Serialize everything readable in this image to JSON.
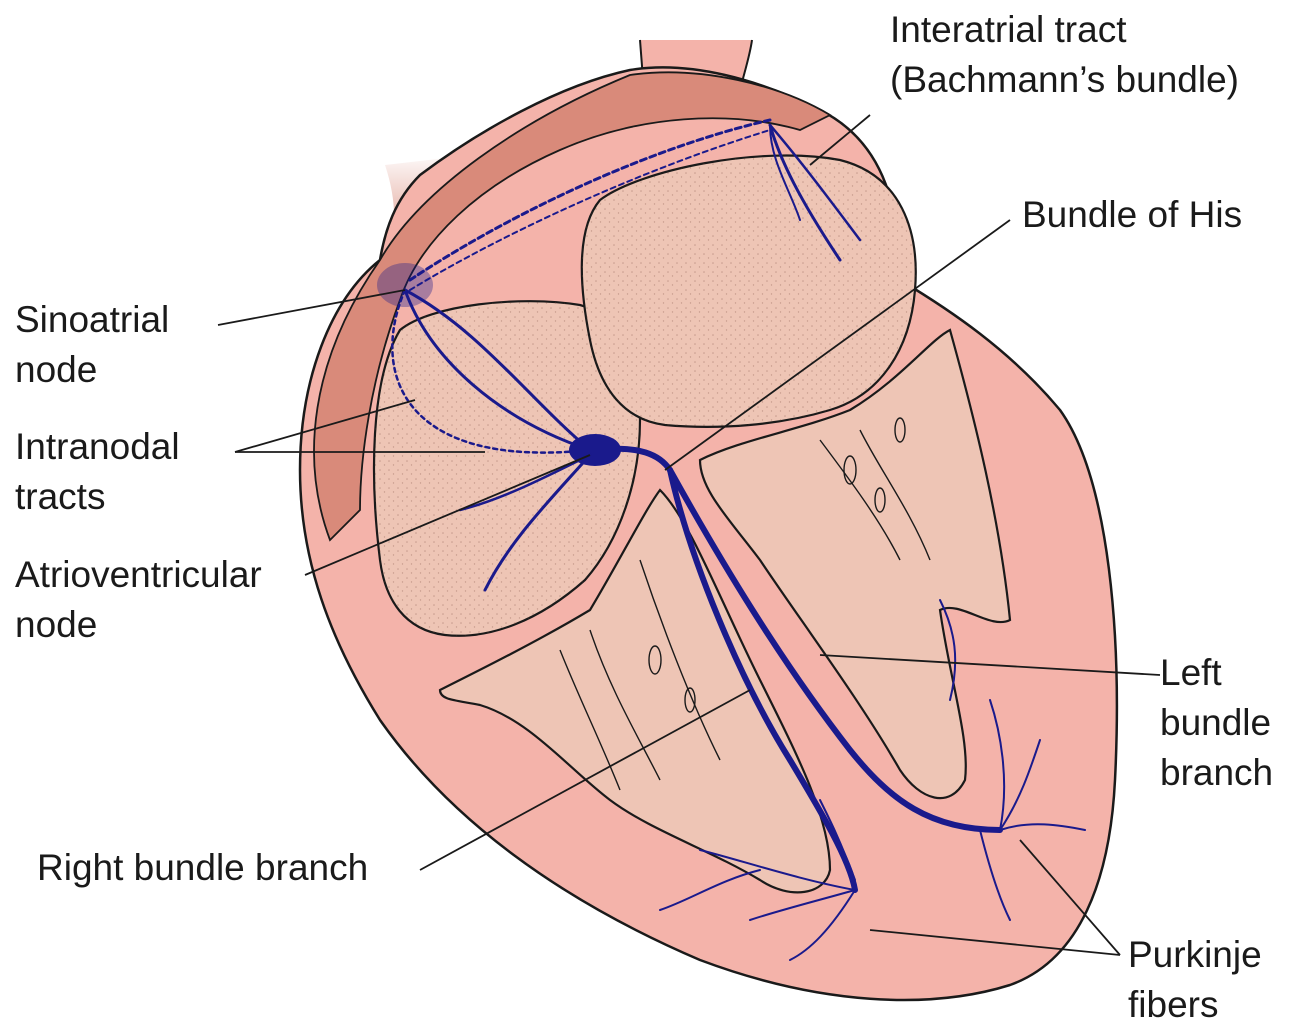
{
  "labels": {
    "interatrial": {
      "line1": "Interatrial tract",
      "line2": "(Bachmann’s bundle)"
    },
    "bundle_of_his": "Bundle of His",
    "sinoatrial": {
      "line1": "Sinoatrial",
      "line2": "node"
    },
    "intranodal": {
      "line1": "Intranodal",
      "line2": "tracts"
    },
    "av_node": {
      "line1": "Atrioventricular",
      "line2": "node"
    },
    "left_bundle": {
      "line1": "Left",
      "line2": "bundle",
      "line3": "branch"
    },
    "right_bundle": "Right bundle branch",
    "purkinje": {
      "line1": "Purkinje",
      "line2": "fibers"
    }
  },
  "colors": {
    "myocardium": "#f4b3aa",
    "myocardium_dark": "#d98a7a",
    "chamber": "#eec5b5",
    "outline": "#1a1a1a",
    "conduction": "#1a1a8c"
  }
}
